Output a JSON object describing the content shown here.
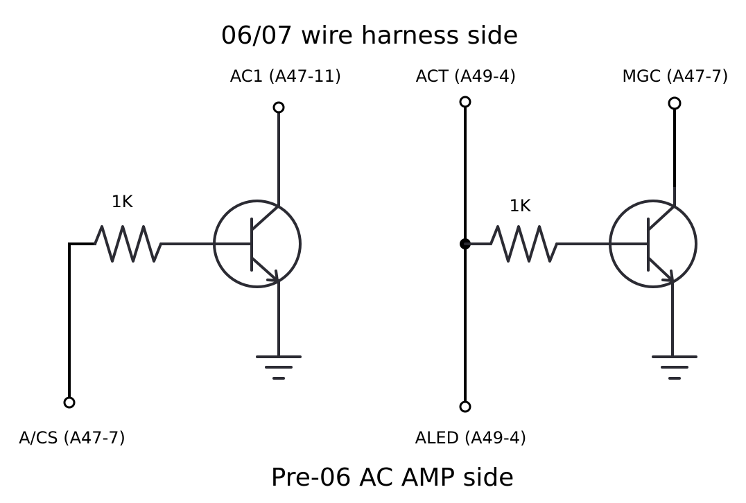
{
  "diagram": {
    "title_top": "06/07 wire harness side",
    "title_bottom": "Pre-06 AC AMP side",
    "labels": {
      "ac1": "AC1 (A47-11)",
      "act": "ACT (A49-4)",
      "mgc": "MGC (A47-7)",
      "acs": "A/CS (A47-7)",
      "aled": "ALED (A49-4)"
    },
    "resistors": {
      "left": "1K",
      "right": "1K"
    },
    "colors": {
      "wire": "#000000",
      "component": "#2b2b33",
      "background": "#ffffff"
    }
  }
}
